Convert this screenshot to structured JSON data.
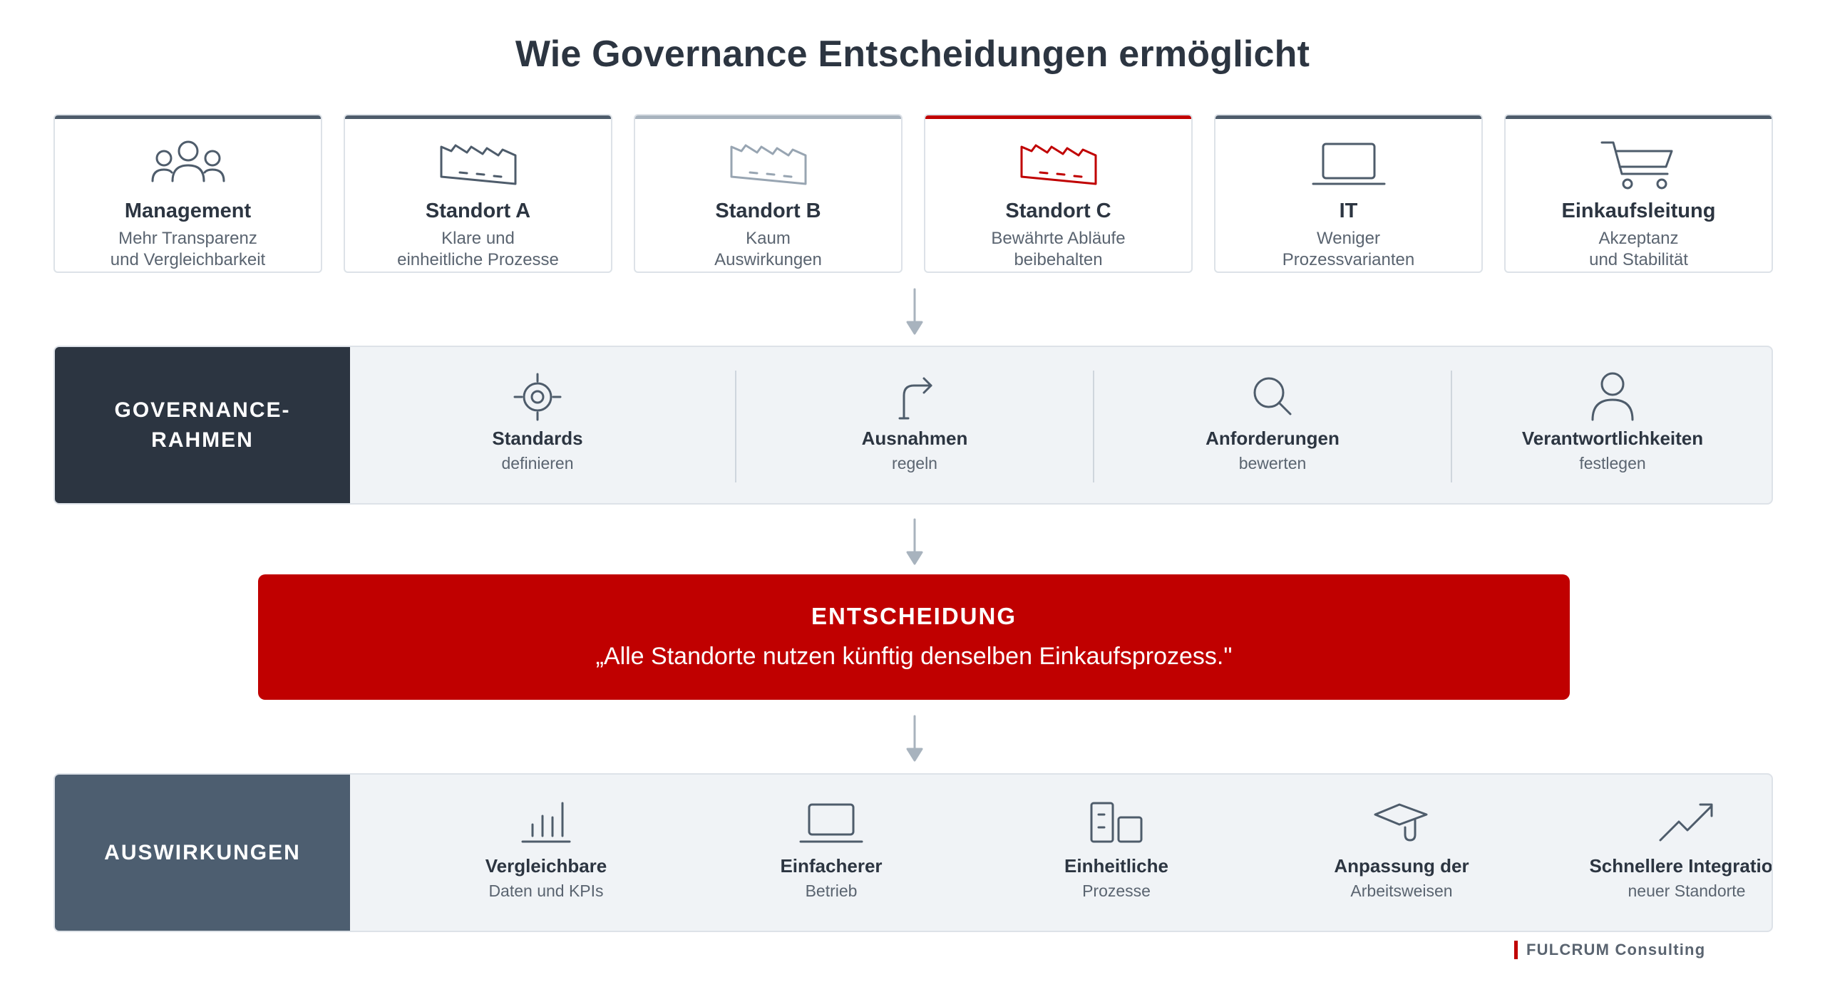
{
  "title": "Wie Governance Entscheidungen ermöglicht",
  "colors": {
    "accent": "#c00000",
    "dark": "#2c3541",
    "slate": "#4d5e70",
    "panel": "#f0f3f6"
  },
  "stakeholders": [
    {
      "name": "Management",
      "line1": "Mehr Transparenz",
      "line2": "und Vergleichbarkeit",
      "icon": "people-group-icon"
    },
    {
      "name": "Standort A",
      "line1": "Klare und",
      "line2": "einheitliche Prozesse",
      "icon": "factory-icon"
    },
    {
      "name": "Standort B",
      "line1": "Kaum",
      "line2": "Auswirkungen",
      "icon": "factory-icon"
    },
    {
      "name": "Standort C",
      "line1": "Bewährte Abläufe",
      "line2": "beibehalten",
      "icon": "factory-icon"
    },
    {
      "name": "IT",
      "line1": "Weniger",
      "line2": "Prozessvarianten",
      "icon": "laptop-icon"
    },
    {
      "name": "Einkaufsleitung",
      "line1": "Akzeptanz",
      "line2": "und Stabilität",
      "icon": "shopping-cart-icon"
    }
  ],
  "governance": {
    "label_line1": "GOVERNANCE-",
    "label_line2": "RAHMEN",
    "items": [
      {
        "name": "Standards",
        "sub": "definieren",
        "icon": "target-icon"
      },
      {
        "name": "Ausnahmen",
        "sub": "regeln",
        "icon": "turn-arrow-icon"
      },
      {
        "name": "Anforderungen",
        "sub": "bewerten",
        "icon": "magnifier-icon"
      },
      {
        "name": "Verantwortlichkeiten",
        "sub": "festlegen",
        "icon": "person-icon"
      }
    ]
  },
  "decision": {
    "label": "ENTSCHEIDUNG",
    "quote": "„Alle Standorte nutzen künftig denselben Einkaufsprozess.\""
  },
  "impacts": {
    "label": "AUSWIRKUNGEN",
    "items": [
      {
        "name": "Vergleichbare",
        "sub": "Daten und KPIs",
        "icon": "bar-chart-icon"
      },
      {
        "name": "Einfacherer",
        "sub": "Betrieb",
        "icon": "laptop-icon"
      },
      {
        "name": "Einheitliche",
        "sub": "Prozesse",
        "icon": "process-boxes-icon"
      },
      {
        "name": "Anpassung der",
        "sub": "Arbeitsweisen",
        "icon": "graduation-cap-icon"
      },
      {
        "name": "Schnellere Integration",
        "sub": "neuer Standorte",
        "icon": "trend-up-icon"
      }
    ]
  },
  "brand": "FULCRUM Consulting"
}
